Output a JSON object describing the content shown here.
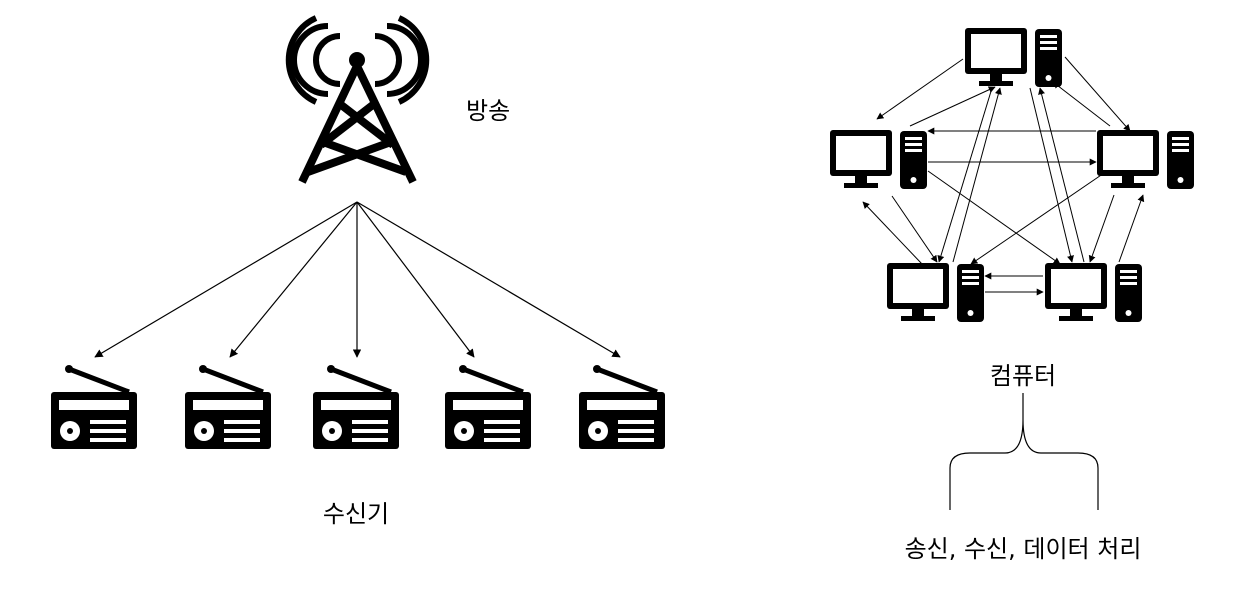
{
  "broadcast": {
    "label": "방송",
    "tower_icon": "radio-tower-icon",
    "receiver_icon": "radio-icon",
    "receiver_count": 5,
    "receivers_label": "수신기"
  },
  "network": {
    "computer_icon": "desktop-computer-icon",
    "computer_count": 5,
    "label": "컴퓨터",
    "functions_label": "송신, 수신, 데이터 처리"
  }
}
